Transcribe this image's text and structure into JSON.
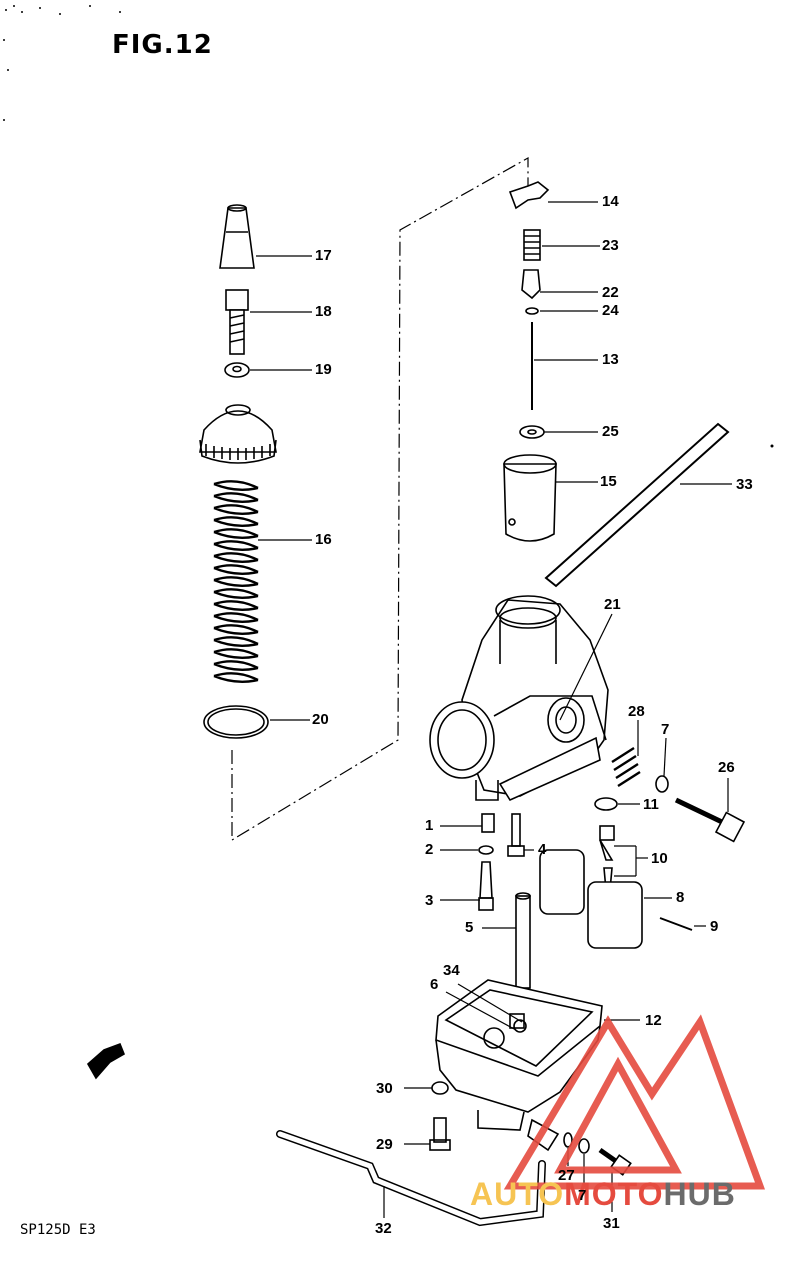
{
  "figure": {
    "title": "FIG.12",
    "model": "SP125D E3"
  },
  "watermark": {
    "part1": "AUTO",
    "part2": "MOTO",
    "part3": "HUB",
    "colors": {
      "auto": "#f6c453",
      "moto": "#e54b3f",
      "hub": "#6b6b6b",
      "logo": "#e54b3f"
    }
  },
  "callouts": {
    "c1": "1",
    "c2": "2",
    "c3": "3",
    "c4": "4",
    "c5": "5",
    "c6": "6",
    "c7a": "7",
    "c7b": "7",
    "c8": "8",
    "c9": "9",
    "c10": "10",
    "c11": "11",
    "c12": "12",
    "c13": "13",
    "c14": "14",
    "c15": "15",
    "c16": "16",
    "c17": "17",
    "c18": "18",
    "c19": "19",
    "c20": "20",
    "c21": "21",
    "c22": "22",
    "c23": "23",
    "c24": "24",
    "c25": "25",
    "c26": "26",
    "c27": "27",
    "c28": "28",
    "c29": "29",
    "c30": "30",
    "c31": "31",
    "c32": "32",
    "c33": "33",
    "c34": "34"
  }
}
